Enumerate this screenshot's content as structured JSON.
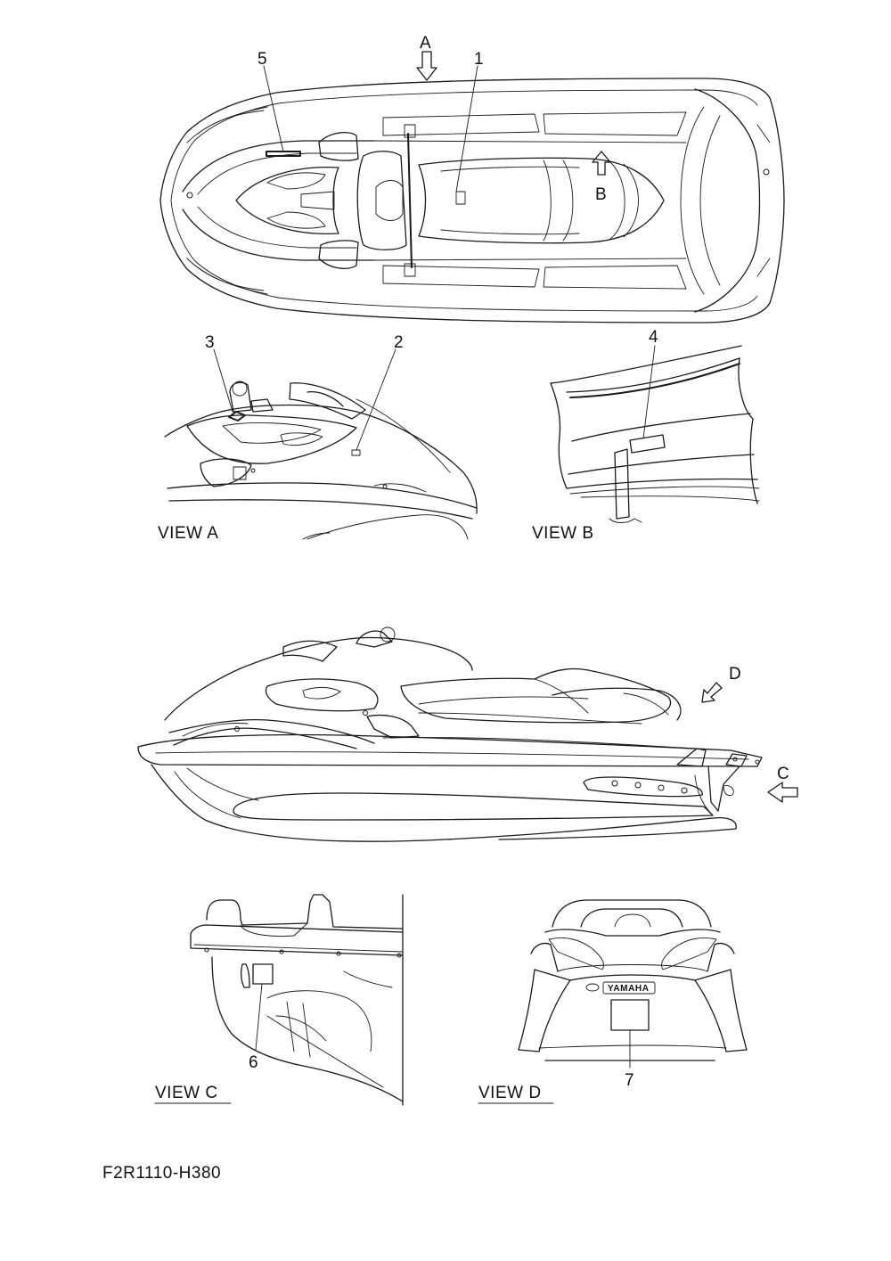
{
  "callouts": {
    "c1": "1",
    "c2": "2",
    "c3": "3",
    "c4": "4",
    "c5": "5",
    "c6": "6",
    "c7": "7"
  },
  "view_markers": {
    "a": "A",
    "b": "B",
    "c": "C",
    "d": "D"
  },
  "view_titles": {
    "view_a": "VIEW A",
    "view_b": "VIEW B",
    "view_c": "VIEW C",
    "view_d": "VIEW D"
  },
  "brand_plate": "YAMAHA",
  "drawing_code": "F2R1110-H380"
}
